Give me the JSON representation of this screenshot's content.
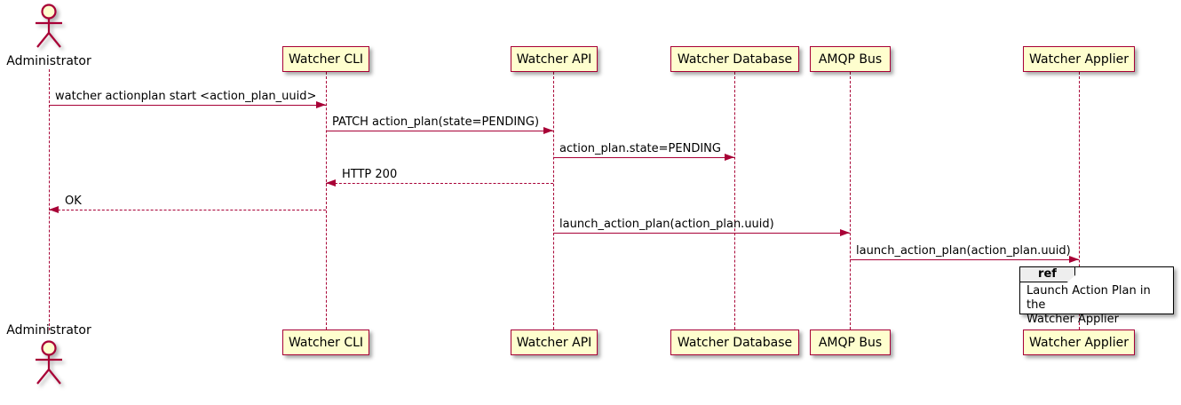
{
  "diagram": {
    "type": "uml-sequence",
    "actor": {
      "name": "Administrator"
    },
    "participants": [
      {
        "name": "Watcher CLI"
      },
      {
        "name": "Watcher API"
      },
      {
        "name": "Watcher Database"
      },
      {
        "name": "AMQP Bus"
      },
      {
        "name": "Watcher Applier"
      }
    ],
    "messages": [
      {
        "label": "watcher actionplan start <action_plan_uuid>",
        "from": "Administrator",
        "to": "Watcher CLI",
        "style": "solid"
      },
      {
        "label": "PATCH action_plan(state=PENDING)",
        "from": "Watcher CLI",
        "to": "Watcher API",
        "style": "solid"
      },
      {
        "label": "action_plan.state=PENDING",
        "from": "Watcher API",
        "to": "Watcher Database",
        "style": "solid"
      },
      {
        "label": "HTTP 200",
        "from": "Watcher API",
        "to": "Watcher CLI",
        "style": "dashed-return"
      },
      {
        "label": "OK",
        "from": "Watcher CLI",
        "to": "Administrator",
        "style": "dashed-return"
      },
      {
        "label": "launch_action_plan(action_plan.uuid)",
        "from": "Watcher API",
        "to": "AMQP Bus",
        "style": "solid"
      },
      {
        "label": "launch_action_plan(action_plan.uuid)",
        "from": "AMQP Bus",
        "to": "Watcher Applier",
        "style": "solid"
      }
    ],
    "ref": {
      "keyword": "ref",
      "text": "Launch Action Plan in the\nWatcher Applier",
      "over": "Watcher Applier"
    },
    "colors": {
      "accent": "#A80036",
      "participant_fill": "#FEFECE",
      "frame_border": "#000000",
      "frame_header_fill": "#EEEEEE",
      "background": "#FFFFFF"
    }
  }
}
